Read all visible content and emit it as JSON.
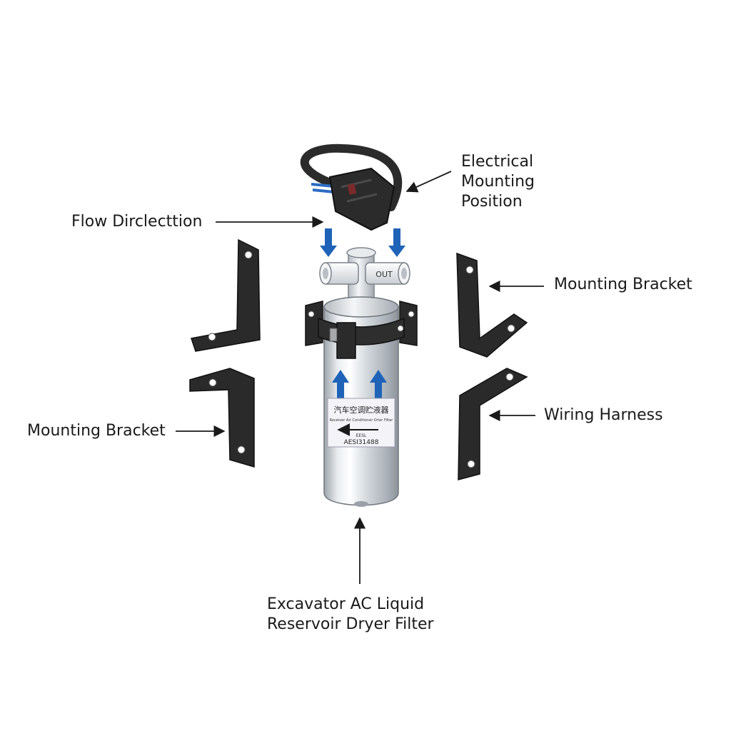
{
  "labels": {
    "electrical_mounting_position": [
      "Electrical",
      "Mounting",
      "Position"
    ],
    "flow_direction": "Flow Dirclecttion",
    "mounting_bracket_right": "Mounting Bracket",
    "mounting_bracket_left": "Mounting Bracket",
    "wiring_harness": "Wiring Harness",
    "product_name": [
      "Excavator AC Liquid",
      "Reservoir Dryer Filter"
    ]
  },
  "filter": {
    "port_label": "OUT",
    "sticker_line1": "汽车空调贮液器",
    "sticker_line2": "Receiver Air Conditioner Drier Filter",
    "sticker_line3": "EESL",
    "sticker_line4": "AESI31488"
  },
  "colors": {
    "flow_arrow": "#1f63b8",
    "bracket": "#2a2a2a",
    "connector": "#2b2b2b",
    "text": "#1a1a1a"
  }
}
